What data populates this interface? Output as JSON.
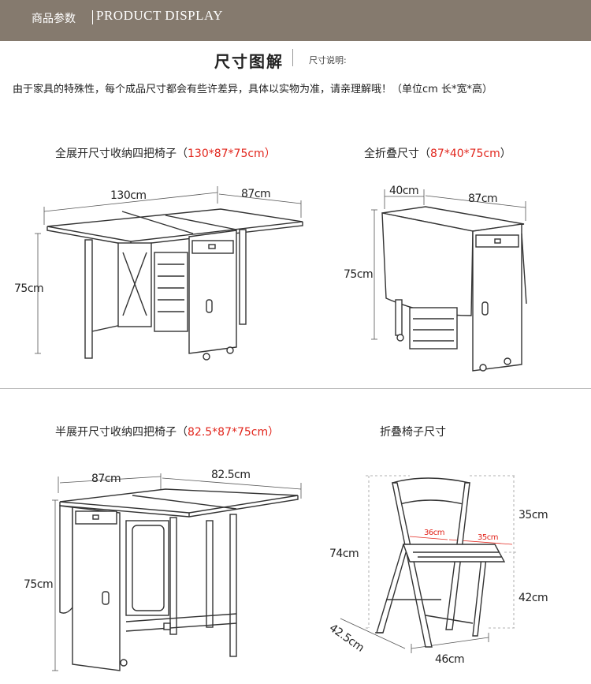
{
  "header": {
    "label_cn": "商品参数",
    "label_en": "PRODUCT DISPLAY"
  },
  "title": {
    "main": "尺寸图解",
    "sub": "尺寸说明:"
  },
  "note": "由于家具的特殊性，每个成品尺寸都会有些许差异，具体以实物为准，请亲理解哦！（单位cm 长*宽*高）",
  "sections": {
    "full": {
      "label": "全展开尺寸收纳四把椅子（",
      "dims": "130*87*75cm",
      "close": "）"
    },
    "folded": {
      "label": "全折叠尺寸（",
      "dims": "87*40*75cm",
      "close": "）"
    },
    "half": {
      "label": "半展开尺寸收纳四把椅子（",
      "dims": "82.5*87*75cm",
      "close": "）"
    },
    "chair": {
      "label": "折叠椅子尺寸"
    }
  },
  "dims": {
    "full_w": "130cm",
    "full_d": "87cm",
    "full_h": "75cm",
    "fold_w": "40cm",
    "fold_d": "87cm",
    "fold_h": "75cm",
    "half_d": "87cm",
    "half_w": "82.5cm",
    "half_h": "75cm",
    "chair_h": "74cm",
    "chair_back": "35cm",
    "chair_seat_h": "42cm",
    "chair_seat_w": "36cm",
    "chair_seat_d": "35cm",
    "chair_base_d": "42.5cm",
    "chair_base_w": "46cm"
  },
  "colors": {
    "header_bg": "#857a6e",
    "accent_red": "#e2261d"
  }
}
